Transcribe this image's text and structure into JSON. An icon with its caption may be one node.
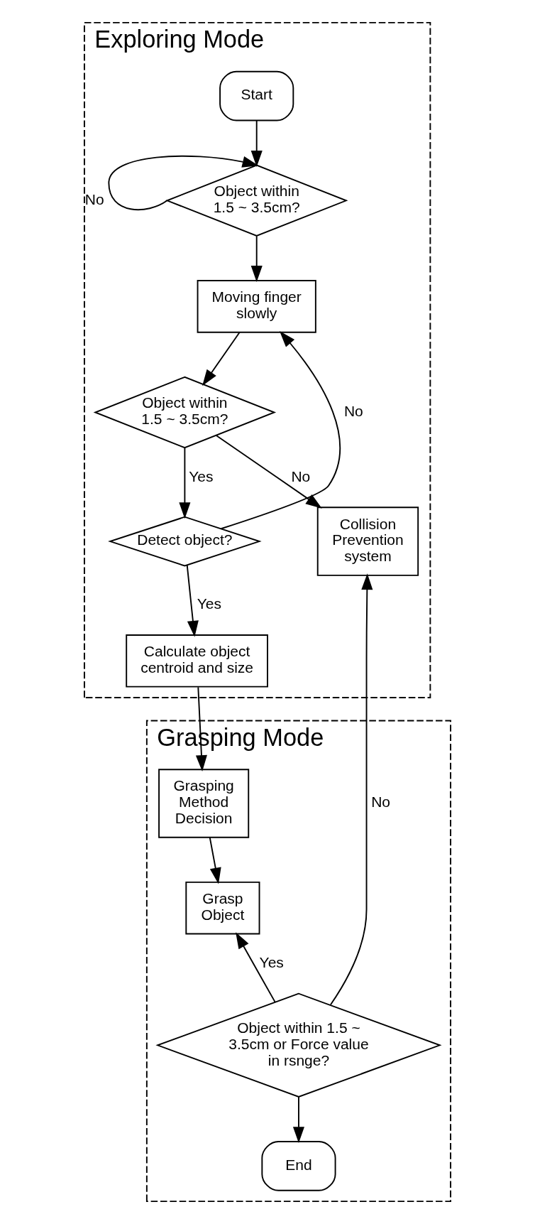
{
  "diagram": {
    "nodes": [
      {
        "text": [
          "Exploring Mode"
        ]
      },
      {
        "text": [
          "Start"
        ],
        "in": 0
      },
      {
        "text": [
          "Object within 1.5 ~ 3.5cm?"
        ],
        "in": 0
      },
      {
        "text": [
          "Moving finger slowly"
        ],
        "in": 0
      },
      {
        "text": [
          "Object within 1.5 ~ 3.5cm?"
        ],
        "in": 0
      },
      {
        "text": [
          "Detect object?"
        ],
        "in": 0
      },
      {
        "text": [
          "Calculate object centroid and size"
        ],
        "in": 0
      },
      {
        "text": [
          "Collision Prevention system"
        ],
        "in": 0
      },
      {
        "text": [
          "Grasping Mode"
        ]
      },
      {
        "text": [
          "Grasping Method Decision"
        ],
        "in": 8
      },
      {
        "text": [
          "Grasp Object"
        ],
        "in": 8
      },
      {
        "text": [
          "Object within 1.5 ~ 3.5cm or Force value in rsnge?"
        ],
        "in": 8
      },
      {
        "text": [
          "End"
        ],
        "in": 8
      }
    ],
    "edges": [
      {
        "from": 1,
        "to": 2,
        "arrow": "to"
      },
      {
        "from": 2,
        "to": 2,
        "arrow": "to",
        "label": "No"
      },
      {
        "from": 2,
        "to": 3,
        "arrow": "to"
      },
      {
        "from": 3,
        "to": 4,
        "arrow": "to"
      },
      {
        "from": 4,
        "to": 5,
        "arrow": "to",
        "label": "Yes"
      },
      {
        "from": 4,
        "to": 7,
        "arrow": "to",
        "label": "No"
      },
      {
        "from": 5,
        "to": 3,
        "arrow": "to",
        "label": "No"
      },
      {
        "from": 5,
        "to": 6,
        "arrow": "to",
        "label": "Yes"
      },
      {
        "from": 6,
        "to": 9,
        "arrow": "to"
      },
      {
        "from": 9,
        "to": 10,
        "arrow": "to"
      },
      {
        "from": 11,
        "to": 10,
        "arrow": "to",
        "label": "Yes"
      },
      {
        "from": 11,
        "to": 7,
        "arrow": "to",
        "label": "No"
      },
      {
        "from": 11,
        "to": 12,
        "arrow": "to"
      }
    ]
  }
}
